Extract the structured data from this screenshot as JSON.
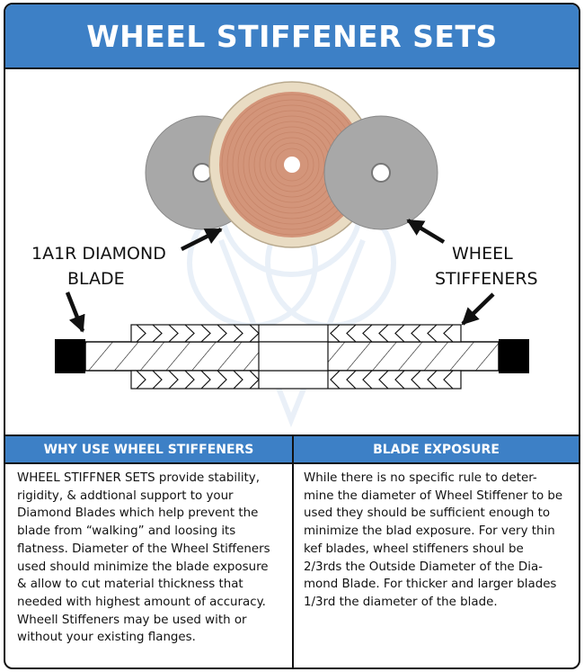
{
  "title": "WHEEL STIFFENER SETS",
  "diagram": {
    "label_blade_line1": "1A1R DIAMOND",
    "label_blade_line2": "BLADE",
    "label_stiffeners_line1": "WHEEL",
    "label_stiffeners_line2": "STIFFENERS",
    "colors": {
      "header_blue": "#3d80c6",
      "blade_copper": "#d3957a",
      "blade_rim": "#e9dcc3",
      "stiffener_gray": "#a8a8a8",
      "watermark": "#d8e4f3"
    }
  },
  "sections": {
    "why": {
      "header": "WHY USE WHEEL STIFFENERS",
      "lines": [
        "WHEEL STIFFNER SETS provide stability,",
        "rigidity, & addtional support to your",
        "Diamond Blades which help prevent the",
        "blade from “walking” and loosing its",
        "flatness. Diameter of the Wheel Stiffeners",
        "used should minimize the blade exposure",
        "& allow to cut material thickness that",
        "needed with highest amount of accuracy.",
        "Wheell Stiffeners may be used with or",
        "without your existing flanges."
      ]
    },
    "exposure": {
      "header": "BLADE EXPOSURE",
      "lines": [
        "While there is no specific rule to deter-",
        "mine the diameter of Wheel Stiffener to be",
        "used they should be sufficient enough to",
        "minimize the blad exposure.  For very thin",
        "kef blades, wheel stiffeners shoul be",
        "2/3rds the Outside Diameter of the Dia-",
        "mond Blade. For thicker and larger blades",
        "1/3rd the diameter of the blade."
      ]
    }
  }
}
